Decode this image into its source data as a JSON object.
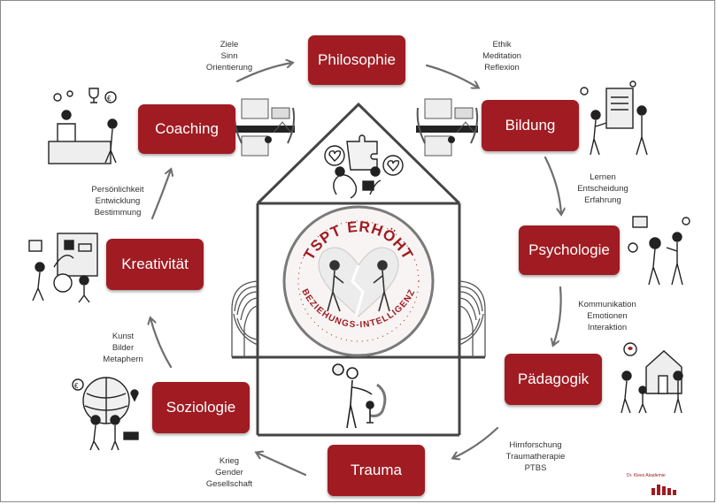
{
  "nodes": {
    "philosophie": "Philosophie",
    "bildung": "Bildung",
    "psychologie": "Psychologie",
    "paedagogik": "Pädagogik",
    "trauma": "Trauma",
    "soziologie": "Soziologie",
    "kreativitaet": "Kreativität",
    "coaching": "Coaching"
  },
  "keywords": {
    "coaching_to_philosophie": [
      "Ziele",
      "Sinn",
      "Orientierung"
    ],
    "philosophie_to_bildung": [
      "Ethik",
      "Meditation",
      "Reflexion"
    ],
    "bildung_to_psychologie": [
      "Lernen",
      "Entscheidung",
      "Erfahrung"
    ],
    "psychologie_to_paedagogik": [
      "Kommunikation",
      "Emotionen",
      "Interaktion"
    ],
    "paedagogik_to_trauma": [
      "Hirnforschung",
      "Traumatherapie",
      "PTBS"
    ],
    "trauma_to_soziologie": [
      "Krieg",
      "Gender",
      "Gesellschaft"
    ],
    "soziologie_to_kreativitaet": [
      "Kunst",
      "Bilder",
      "Metaphern"
    ],
    "kreativitaet_to_coaching": [
      "Persönlichkeit",
      "Entwicklung",
      "Bestimmung"
    ]
  },
  "center": {
    "top_text": "TSPT ERHÖHT",
    "bottom_text": "BEZIEHUNGS-INTELLIGENZ"
  },
  "logo": {
    "name": "Dr. Klees Akademie"
  },
  "colors": {
    "accent": "#a01c22",
    "arrow": "#6e6e6e",
    "house_line": "#444444"
  },
  "icons": [
    "person-illustration",
    "heart-icon",
    "puzzle-icon",
    "staircase",
    "flowchart-icon",
    "globe-icon",
    "house-icon",
    "trophy-icon",
    "euro-icon"
  ]
}
